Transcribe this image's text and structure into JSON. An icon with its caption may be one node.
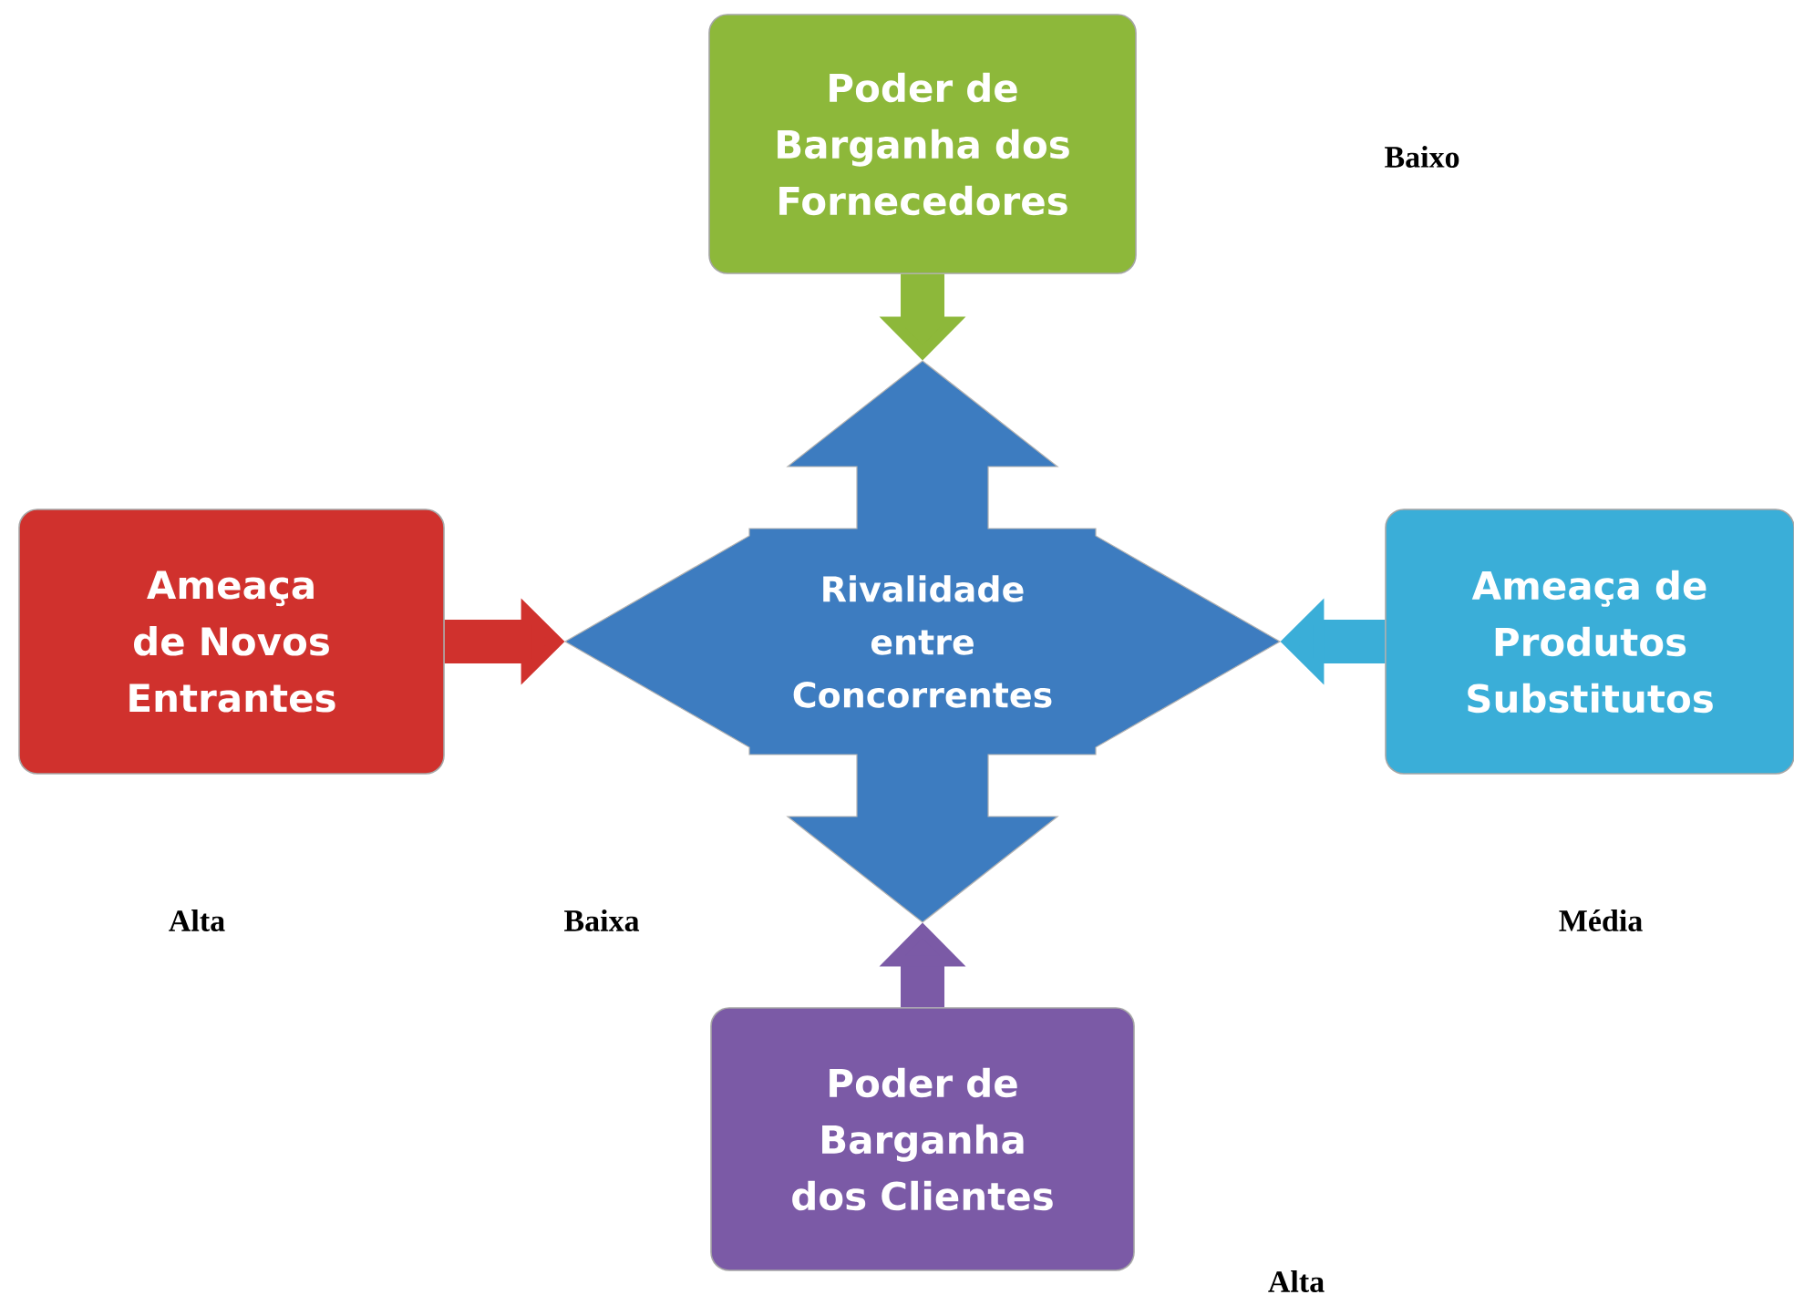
{
  "diagram": {
    "nodes": [
      {
        "text": [
          "Poder de Barganha dos Fornecedores"
        ]
      },
      {
        "text": [
          "Ameaça de Novos Entrantes"
        ]
      },
      {
        "text": [
          "Rivalidade entre Concorrentes"
        ]
      },
      {
        "text": [
          "Ameaça de Produtos Substitutos"
        ]
      },
      {
        "text": [
          "Poder de Barganha dos Clientes"
        ]
      }
    ],
    "edges": [
      {
        "from": 0,
        "to": 2,
        "arrow": "to",
        "color": "#8db83a"
      },
      {
        "from": 1,
        "to": 2,
        "arrow": "to",
        "color": "#d0312d"
      },
      {
        "from": 3,
        "to": 2,
        "arrow": "to",
        "color": "#3aaed8"
      },
      {
        "from": 4,
        "to": 2,
        "arrow": "to",
        "color": "#7b5aa6"
      }
    ],
    "labels": [
      "Baixo",
      "Alta",
      "Baixa",
      "Média",
      "Alta"
    ]
  }
}
